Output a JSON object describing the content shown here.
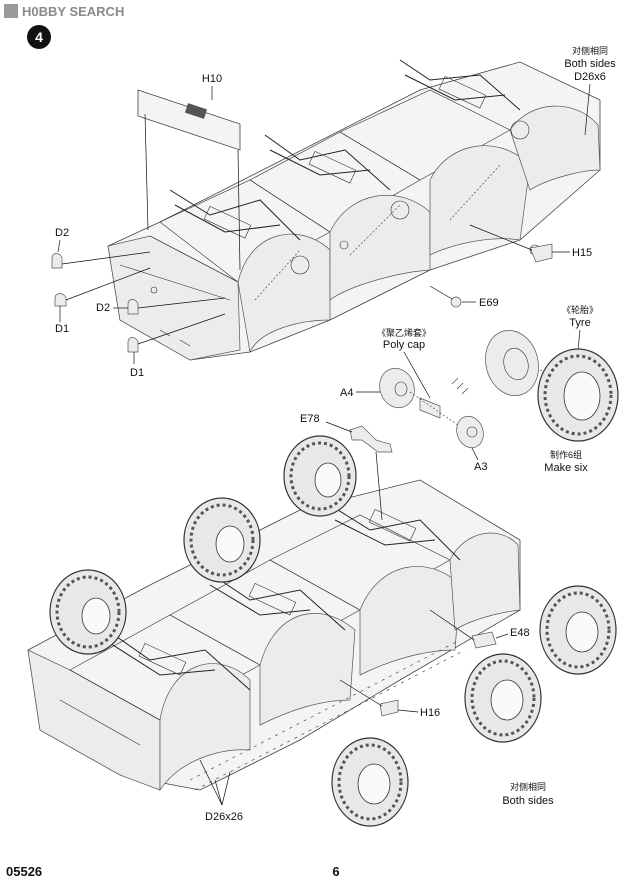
{
  "watermark": "H0BBY SEARCH",
  "step_number": "4",
  "footer": {
    "kit_number": "05526",
    "page_number": "6"
  },
  "notes": {
    "both_sides_top_cn": "对侧相同",
    "both_sides_top_en": "Both sides",
    "d26x6": "D26x6",
    "poly_cap_cn": "《聚乙烯套》",
    "poly_cap_en": "Poly cap",
    "tyre_cn": "《轮胎》",
    "tyre_en": "Tyre",
    "make_six_cn": "制作6组",
    "make_six_en": "Make six",
    "both_sides_bottom_cn": "对侧相同",
    "both_sides_bottom_en": "Both sides",
    "d26x26": "D26x26"
  },
  "parts": {
    "h10": "H10",
    "d2_a": "D2",
    "d1_a": "D1",
    "d2_b": "D2",
    "d1_b": "D1",
    "h15": "H15",
    "e69": "E69",
    "a4": "A4",
    "a3": "A3",
    "e78": "E78",
    "e48": "E48",
    "h16": "H16"
  }
}
